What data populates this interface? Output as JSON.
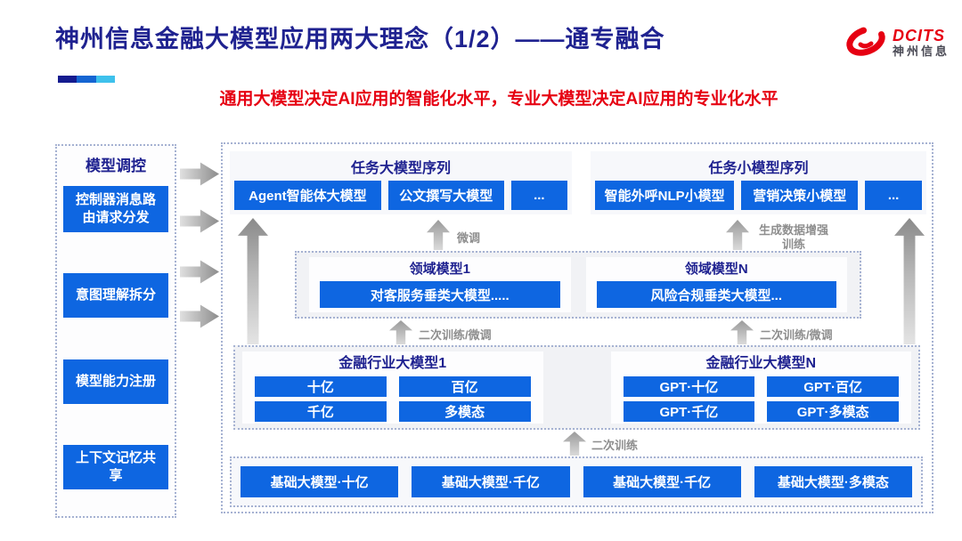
{
  "slide": {
    "title": "神州信息金融大模型应用两大理念（1/2）——通专融合",
    "subtitle": "通用大模型决定AI应用的智能化水平，专业大模型决定AI应用的专业化水平"
  },
  "logo": {
    "text": "DCITS",
    "subtext": "神州信息"
  },
  "sidebar": {
    "title": "模型调控",
    "items": [
      "控制器消息路由请求分发",
      "意图理解拆分",
      "模型能力注册",
      "上下文记忆共享"
    ]
  },
  "task_large": {
    "title": "任务大模型序列",
    "items": [
      "Agent智能体大模型",
      "公文撰写大模型",
      "..."
    ]
  },
  "task_small": {
    "title": "任务小模型序列",
    "items": [
      "智能外呼NLP小模型",
      "营销决策小模型",
      "..."
    ]
  },
  "domain_box": {
    "groups": [
      {
        "title": "领域模型1",
        "model": "对客服务垂类大模型....."
      },
      {
        "title": "领域模型N",
        "model": "风险合规垂类大模型..."
      }
    ]
  },
  "industry_box": {
    "groups": [
      {
        "title": "金融行业大模型1",
        "models": [
          "十亿",
          "百亿",
          "千亿",
          "多模态"
        ]
      },
      {
        "title": "金融行业大模型N",
        "models": [
          "GPT·十亿",
          "GPT·百亿",
          "GPT·千亿",
          "GPT·多模态"
        ]
      }
    ]
  },
  "base_box": {
    "models": [
      "基础大模型·十亿",
      "基础大模型·千亿",
      "基础大模型·千亿",
      "基础大模型·多模态"
    ]
  },
  "arrow_labels": {
    "finetune": "微调",
    "gen_data_line1": "生成数据增强",
    "gen_data_line2": "训练",
    "retrain_finetune_left": "二次训练/微调",
    "retrain_finetune_right": "二次训练/微调",
    "retrain": "二次训练"
  },
  "colors": {
    "accent_blue": "#0e66e1",
    "navy": "#1f2290",
    "brand_red": "#e60012"
  }
}
